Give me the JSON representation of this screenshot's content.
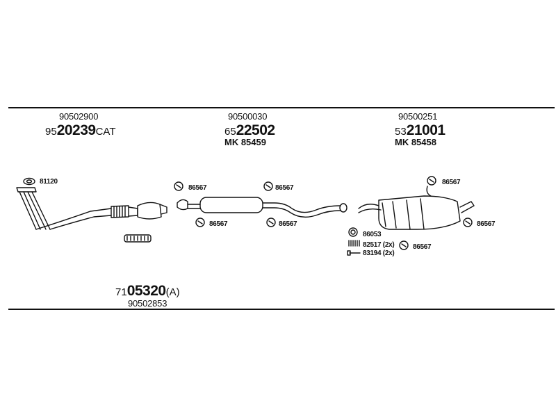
{
  "left_group": {
    "part_number": "90502900",
    "code_prefix": "95",
    "code_main": "20239",
    "code_suffix": "CAT"
  },
  "mid_group": {
    "part_number": "90500030",
    "code_prefix": "65",
    "code_main": "22502",
    "mk": "MK  85459"
  },
  "right_group": {
    "part_number": "90500251",
    "code_prefix": "53",
    "code_main": "21001",
    "mk": "MK  85458"
  },
  "bottom_group": {
    "code_prefix": "71",
    "code_main": "05320",
    "code_suffix": "(A)",
    "part_number": "90502853"
  },
  "labels": {
    "gasket": "81120",
    "hanger_mid_tl": "86567",
    "hanger_mid_bl": "86567",
    "hanger_mid_tr": "86567",
    "hanger_mid_br": "86567",
    "hanger_right_top": "86567",
    "hanger_right_side": "86567",
    "hanger_right_low": "86567",
    "ring": "86053",
    "spring": "82517 (2x)",
    "bolt": "83194 (2x)"
  },
  "icons": [
    "gasket-icon",
    "hanger-icon",
    "clamp-icon",
    "ring-icon",
    "spring-icon",
    "bolt-icon"
  ]
}
